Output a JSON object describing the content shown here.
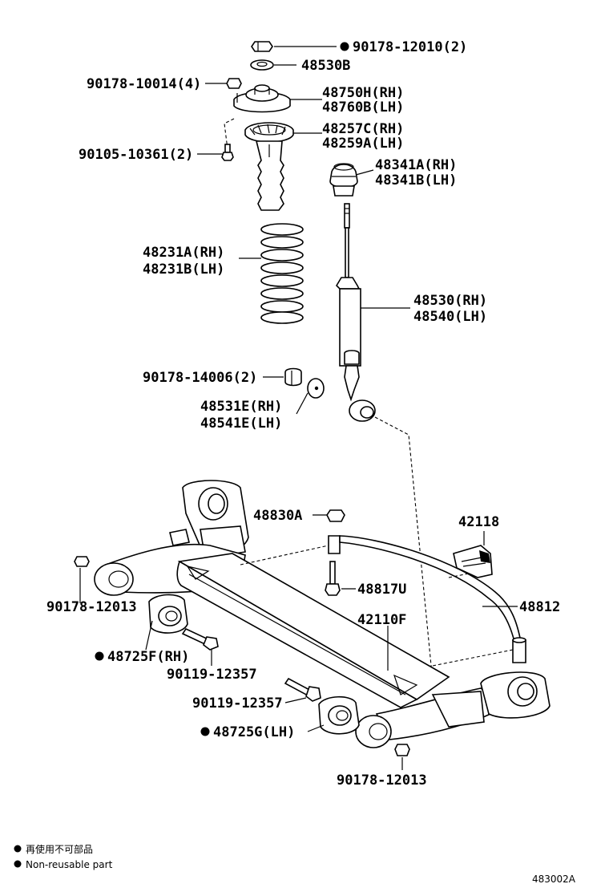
{
  "labels": {
    "p90178_12010": "90178-12010(2)",
    "p48530B": "48530B",
    "p90178_10014": "90178-10014(4)",
    "p48750H": "48750H(RH)",
    "p48760B": "48760B(LH)",
    "p48257C": "48257C(RH)",
    "p48259A": "48259A(LH)",
    "p90105_10361": "90105-10361(2)",
    "p48341A": "48341A(RH)",
    "p48341B": "48341B(LH)",
    "p48231A": "48231A(RH)",
    "p48231B": "48231B(LH)",
    "p48530": "48530(RH)",
    "p48540": "48540(LH)",
    "p90178_14006": "90178-14006(2)",
    "p48531E": "48531E(RH)",
    "p48541E": "48541E(LH)",
    "p48830A": "48830A",
    "p42118": "42118",
    "p48817U": "48817U",
    "p48812": "48812",
    "p42110F": "42110F",
    "p90178_12013a": "90178-12013",
    "p48725F": "48725F(RH)",
    "p90119_12357a": "90119-12357",
    "p90119_12357b": "90119-12357",
    "p48725G": "48725G(LH)",
    "p90178_12013b": "90178-12013"
  },
  "legend": {
    "cn": "再使用不可部品",
    "en": "Non-reusable part"
  },
  "figure_id": "483002A"
}
